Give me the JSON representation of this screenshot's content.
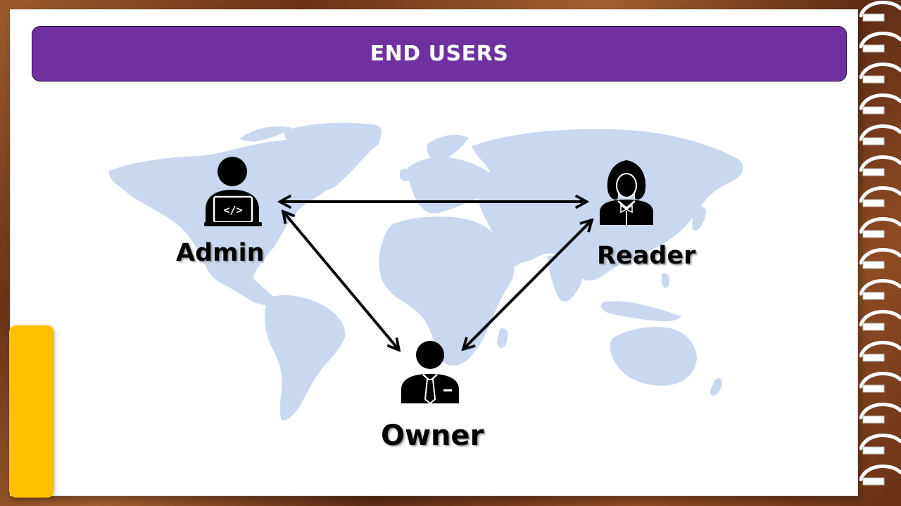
{
  "slide": {
    "title": "END USERS"
  },
  "roles": {
    "admin": {
      "label": "Admin",
      "icon": "developer-laptop-icon"
    },
    "reader": {
      "label": "Reader",
      "icon": "woman-user-icon"
    },
    "owner": {
      "label": "Owner",
      "icon": "businessman-icon"
    }
  },
  "connections": [
    {
      "from": "Admin",
      "to": "Reader",
      "bidirectional": true
    },
    {
      "from": "Admin",
      "to": "Owner",
      "bidirectional": true
    },
    {
      "from": "Reader",
      "to": "Owner",
      "bidirectional": true
    }
  ],
  "colors": {
    "title_bar": "#7030a0",
    "map": "#c9d8ef",
    "accent_tab": "#ffc000",
    "arrows": "#000000",
    "background": "#7a3f1e"
  }
}
